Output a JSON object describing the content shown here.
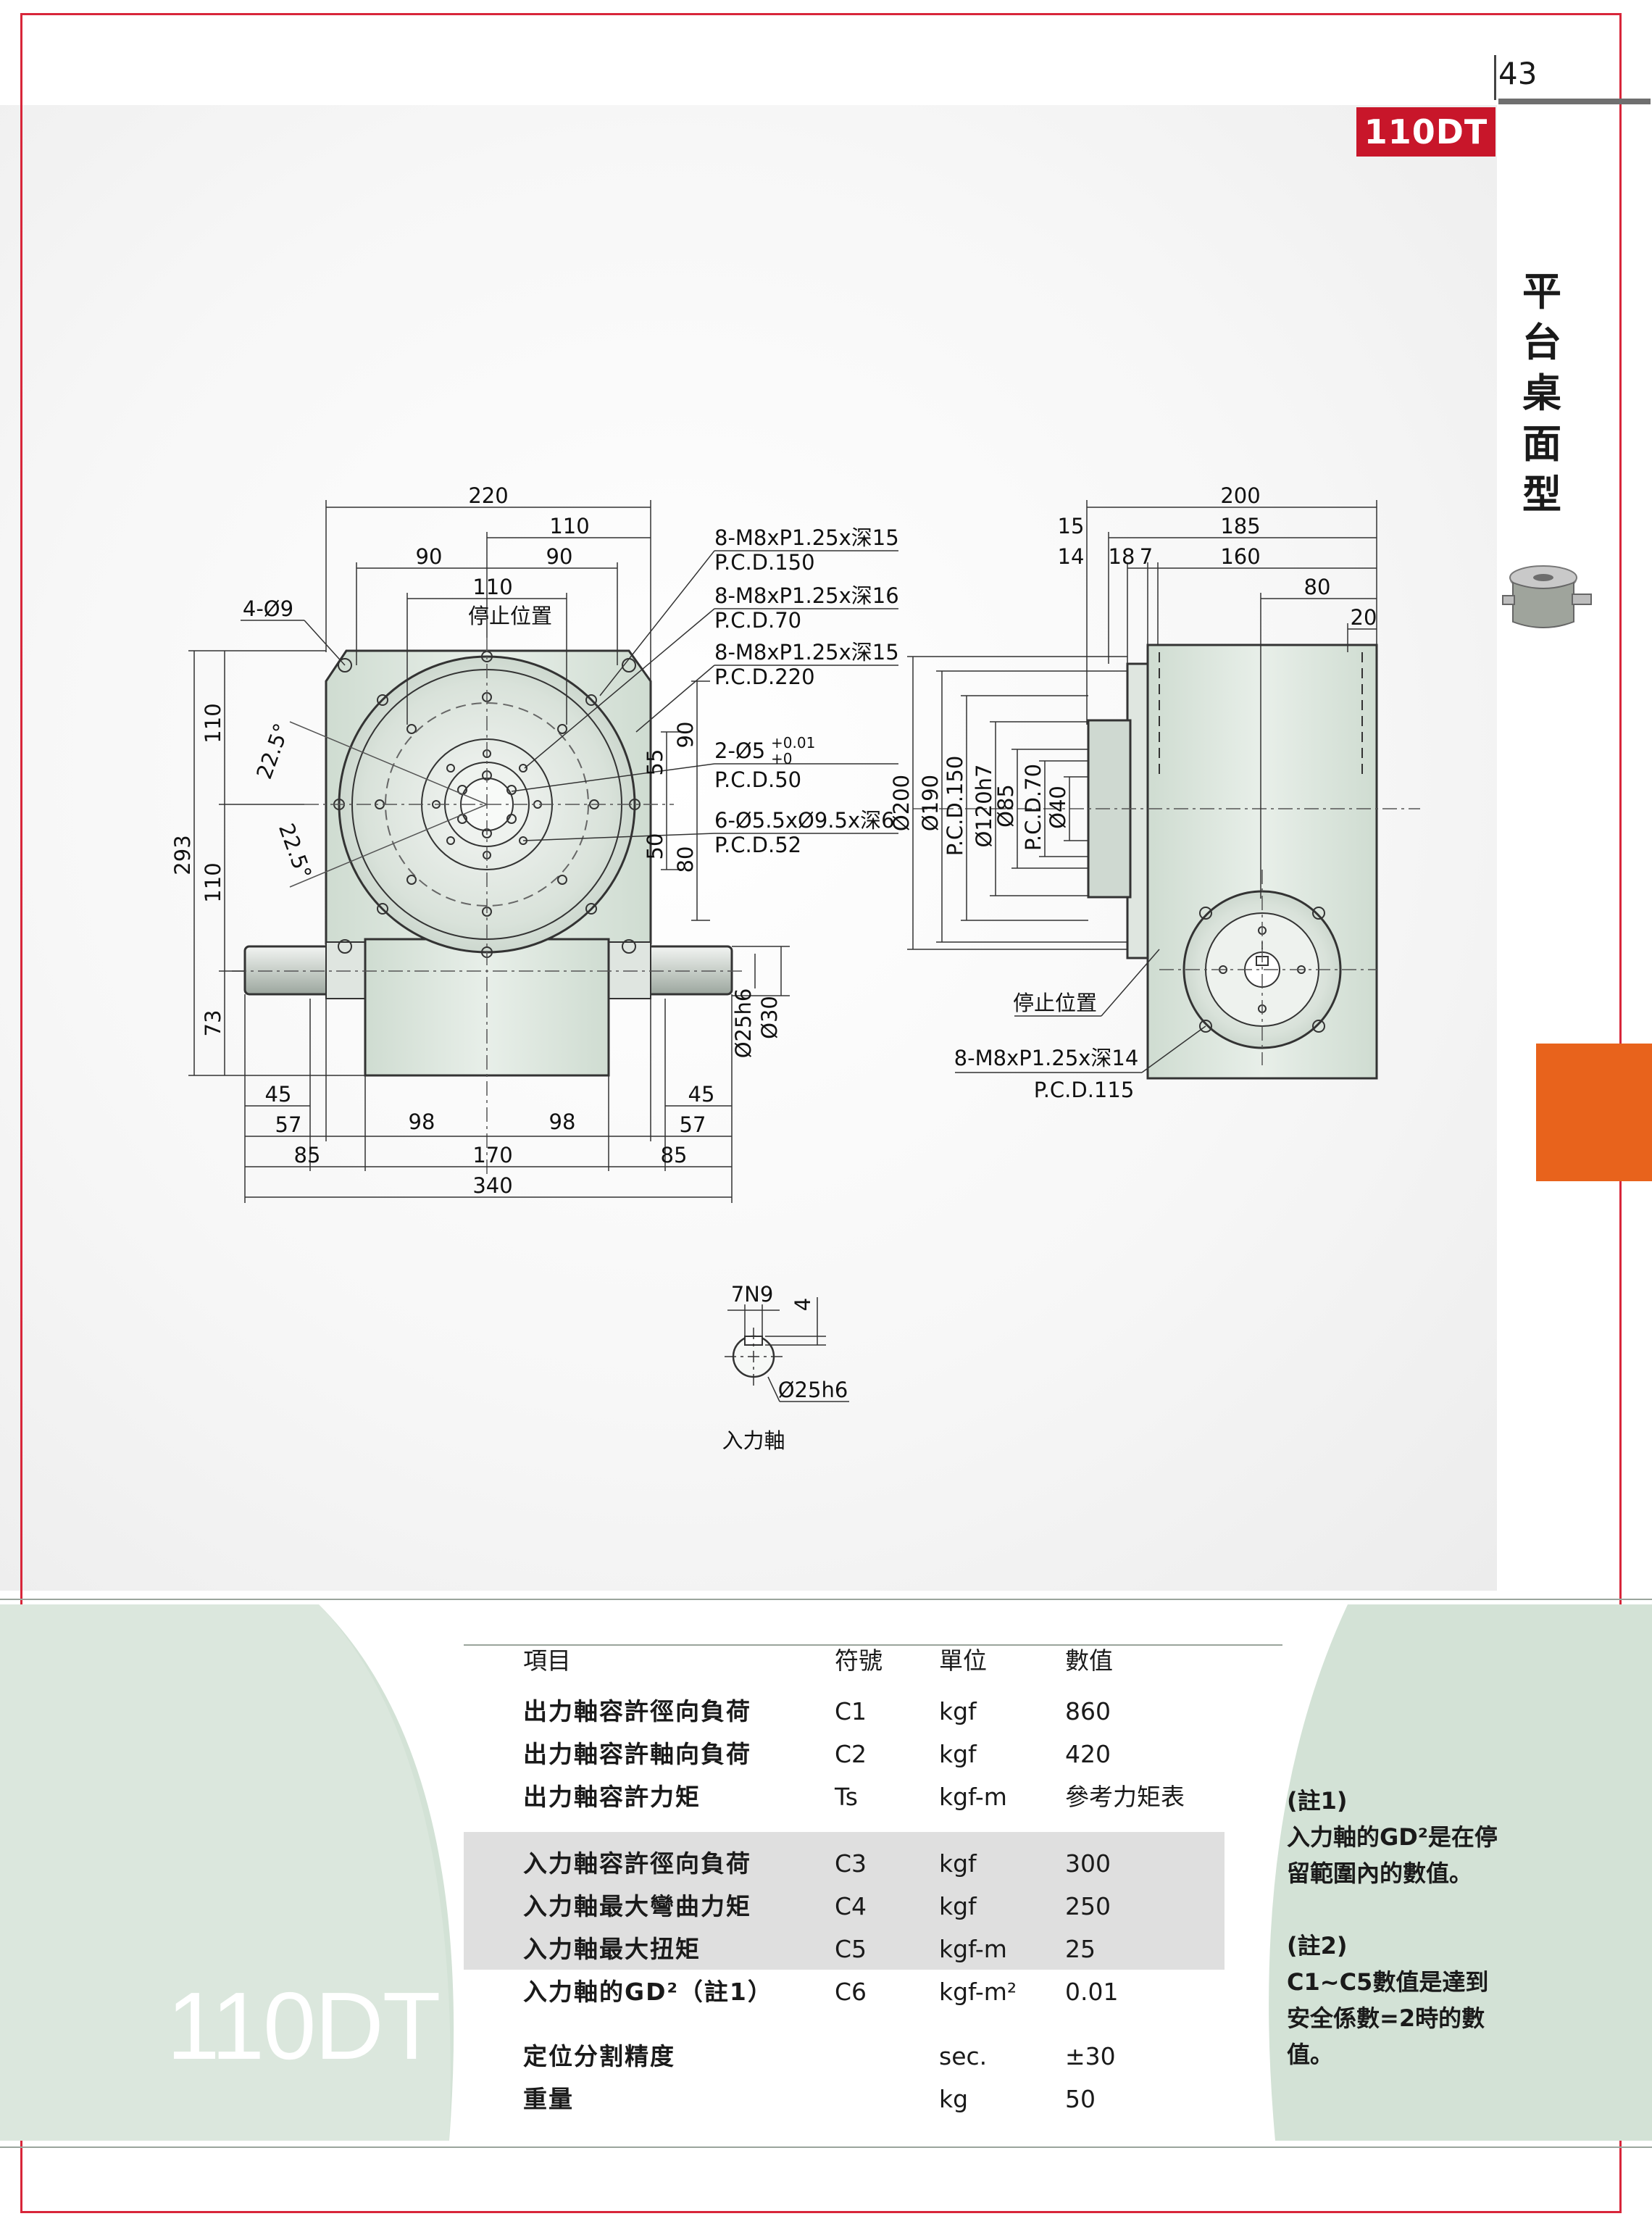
{
  "page_number": "43",
  "model_tab": "110DT",
  "side_title": "平台桌面型",
  "model_big": "110DT",
  "front_view": {
    "dims": {
      "w220": "220",
      "w110a": "110",
      "w90a": "90",
      "w90b": "90",
      "w110b": "110",
      "stop_pos": "停止位置",
      "holes4": "4-Ø9",
      "h110a": "110",
      "h110b": "110",
      "h293": "293",
      "h73": "73",
      "a22_5a": "22.5°",
      "a22_5b": "22.5°",
      "v55": "55",
      "v90": "90",
      "v50": "50",
      "v80": "80",
      "d25h6": "Ø25h6",
      "d30": "Ø30",
      "b45a": "45",
      "b45b": "45",
      "b57a": "57",
      "b57b": "57",
      "b98a": "98",
      "b98b": "98",
      "b85a": "85",
      "b85b": "85",
      "b170": "170",
      "b340": "340"
    },
    "callouts": [
      {
        "line1": "8-M8xP1.25x深15",
        "line2": "P.C.D.150"
      },
      {
        "line1": "8-M8xP1.25x深16",
        "line2": "P.C.D.70"
      },
      {
        "line1": "8-M8xP1.25x深15",
        "line2": "P.C.D.220"
      },
      {
        "line1": "2-Ø5",
        "tol_up": "+0.01",
        "tol_dn": "+0",
        "line2": "P.C.D.50"
      },
      {
        "line1": "6-Ø5.5xØ9.5x深6",
        "line2": "P.C.D.52"
      }
    ]
  },
  "side_view": {
    "dims": {
      "w200": "200",
      "w185": "185",
      "w160": "160",
      "w15": "15",
      "w14": "14",
      "w18": "18",
      "w7": "7",
      "w80": "80",
      "w20": "20",
      "d200": "Ø200",
      "d190": "Ø190",
      "pcd150": "P.C.D.150",
      "d120": "Ø120h7",
      "d85": "Ø85",
      "pcd70": "P.C.D.70",
      "d40": "Ø40",
      "stop_pos": "停止位置"
    },
    "callout": {
      "line1": "8-M8xP1.25x深14",
      "line2": "P.C.D.115"
    }
  },
  "shaft_detail": {
    "key": "7N9",
    "depth": "4",
    "dia": "Ø25h6",
    "label": "入力軸"
  },
  "spec_table": {
    "headers": [
      "項目",
      "符號",
      "單位",
      "數值"
    ],
    "groups": [
      [
        [
          "出力軸容許徑向負荷",
          "C1",
          "kgf",
          "860"
        ],
        [
          "出力軸容許軸向負荷",
          "C2",
          "kgf",
          "420"
        ],
        [
          "出力軸容許力矩",
          "Ts",
          "kgf-m",
          "參考力矩表"
        ]
      ],
      [
        [
          "入力軸容許徑向負荷",
          "C3",
          "kgf",
          "300"
        ],
        [
          "入力軸最大彎曲力矩",
          "C4",
          "kgf",
          "250"
        ],
        [
          "入力軸最大扭矩",
          "C5",
          "kgf-m",
          "25"
        ],
        [
          "入力軸的GD²（註1）",
          "C6",
          "kgf-m²",
          "0.01"
        ]
      ],
      [
        [
          "定位分割精度",
          "",
          "sec.",
          "±30"
        ],
        [
          "重量",
          "",
          "kg",
          "50"
        ]
      ]
    ]
  },
  "notes": {
    "n1_title": "(註1)",
    "n1_l1": "入力軸的GD²是在停",
    "n1_l2": "留範圍內的數值。",
    "n2_title": "(註2)",
    "n2_l1": "C1~C5數值是達到",
    "n2_l2": "安全係數=2時的數",
    "n2_l3": "值。"
  }
}
